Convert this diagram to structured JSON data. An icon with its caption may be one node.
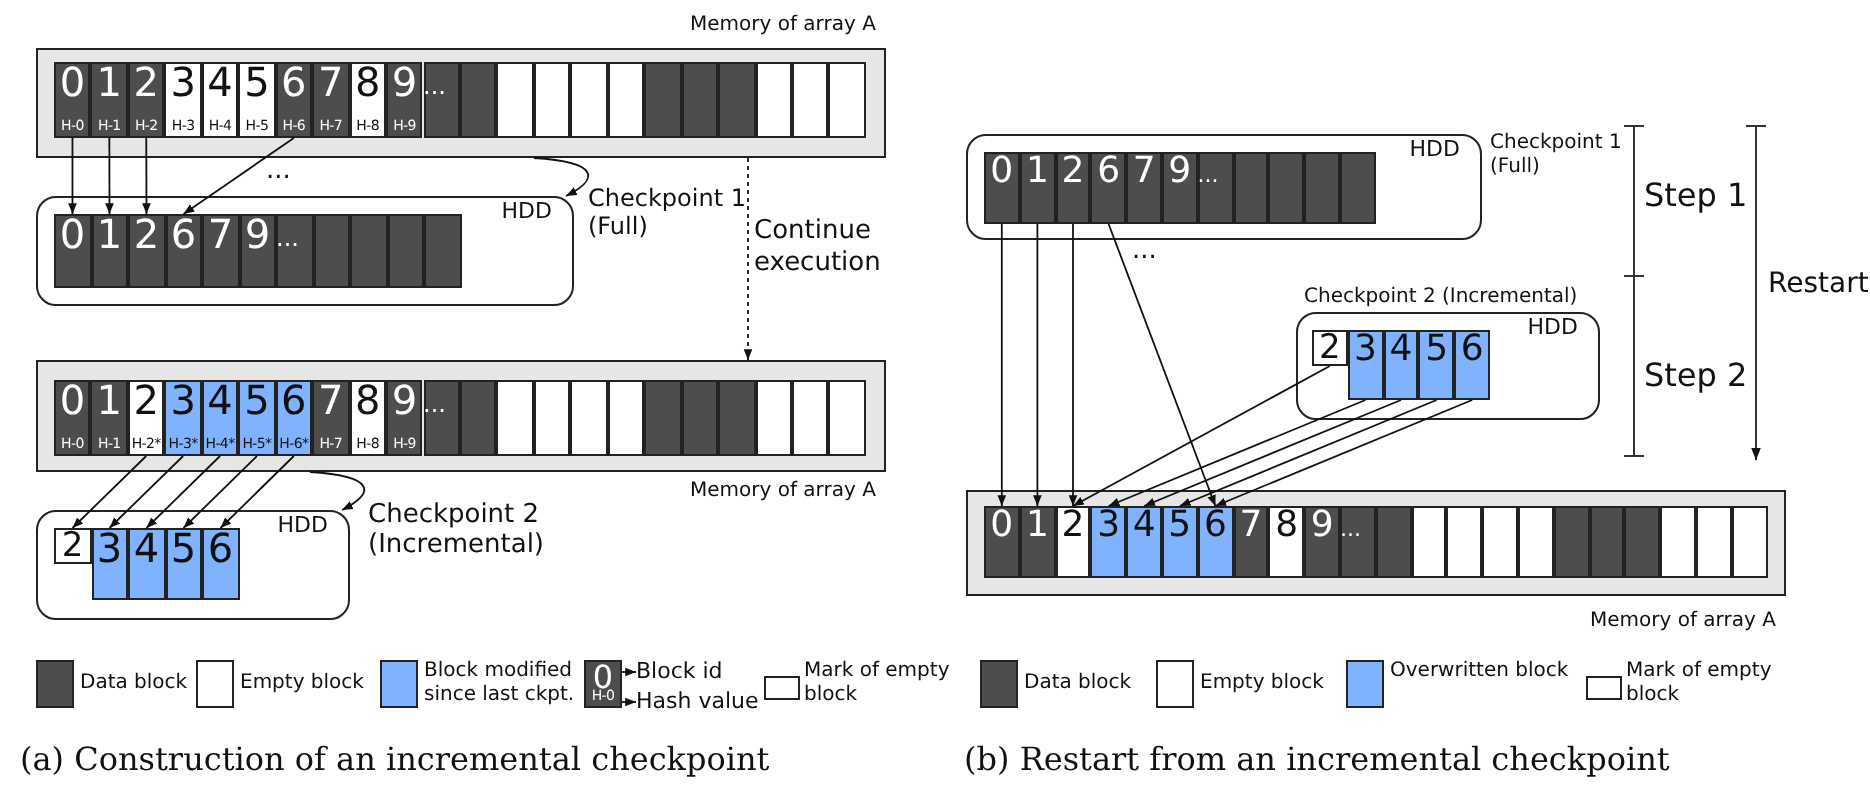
{
  "diagram": {
    "nodes": [
      {
        "text": [],
        "shape": "box",
        "beside": [
          "Memory of array A"
        ]
      },
      {
        "text": [
          "0",
          "H-0"
        ],
        "in": 0
      },
      {
        "text": [
          "1",
          "H-1"
        ],
        "in": 0
      },
      {
        "text": [
          "2",
          "H-2"
        ],
        "in": 0
      },
      {
        "text": [
          "3",
          "H-3"
        ],
        "in": 0
      },
      {
        "text": [
          "4",
          "H-4"
        ],
        "in": 0
      },
      {
        "text": [
          "5",
          "H-5"
        ],
        "in": 0
      },
      {
        "text": [
          "6",
          "H-6"
        ],
        "in": 0
      },
      {
        "text": [
          "7",
          "H-7"
        ],
        "in": 0
      },
      {
        "text": [
          "8",
          "H-8"
        ],
        "in": 0
      },
      {
        "text": [
          "9",
          "H-9"
        ],
        "in": 0
      },
      {
        "text": [
          "..."
        ],
        "in": 0
      },
      {
        "text": [],
        "shape": "box",
        "in": 0
      },
      {
        "text": [],
        "shape": "box",
        "in": 0
      },
      {
        "text": [],
        "shape": "box",
        "in": 0
      },
      {
        "text": [],
        "shape": "box",
        "in": 0
      },
      {
        "text": [],
        "shape": "box",
        "in": 0
      },
      {
        "text": [],
        "shape": "box",
        "in": 0
      },
      {
        "text": [],
        "shape": "box",
        "in": 0
      },
      {
        "text": [],
        "shape": "box",
        "in": 0
      },
      {
        "text": [],
        "shape": "box",
        "in": 0
      },
      {
        "text": [],
        "shape": "box",
        "in": 0
      },
      {
        "text": [],
        "shape": "box",
        "in": 0
      },
      {
        "text": [
          "HDD"
        ],
        "beside": [
          "Checkpoint 1 (Full)"
        ]
      },
      {
        "text": [
          "0"
        ],
        "in": 23
      },
      {
        "text": [
          "1"
        ],
        "in": 23
      },
      {
        "text": [
          "2"
        ],
        "in": 23
      },
      {
        "text": [
          "6"
        ],
        "in": 23
      },
      {
        "text": [
          "7"
        ],
        "in": 23
      },
      {
        "text": [
          "9"
        ],
        "in": 23
      },
      {
        "text": [
          "..."
        ],
        "in": 23
      },
      {
        "text": [],
        "shape": "box",
        "in": 23
      },
      {
        "text": [],
        "shape": "box",
        "in": 23
      },
      {
        "text": [],
        "shape": "box",
        "in": 23
      },
      {
        "text": [],
        "shape": "box",
        "in": 23
      },
      {
        "text": [],
        "shape": "box",
        "beside": [
          "Memory of array A"
        ]
      },
      {
        "text": [
          "0",
          "H-0"
        ],
        "in": 35
      },
      {
        "text": [
          "1",
          "H-1"
        ],
        "in": 35
      },
      {
        "text": [
          "2",
          "H-2*"
        ],
        "in": 35
      },
      {
        "text": [
          "3",
          "H-3*"
        ],
        "in": 35
      },
      {
        "text": [
          "4",
          "H-4*"
        ],
        "in": 35
      },
      {
        "text": [
          "5",
          "H-5*"
        ],
        "in": 35
      },
      {
        "text": [
          "6",
          "H-6*"
        ],
        "in": 35
      },
      {
        "text": [
          "7",
          "H-7"
        ],
        "in": 35
      },
      {
        "text": [
          "8",
          "H-8"
        ],
        "in": 35
      },
      {
        "text": [
          "9",
          "H-9"
        ],
        "in": 35
      },
      {
        "text": [
          "..."
        ],
        "in": 35
      },
      {
        "text": [],
        "shape": "box",
        "in": 35
      },
      {
        "text": [],
        "shape": "box",
        "in": 35
      },
      {
        "text": [],
        "shape": "box",
        "in": 35
      },
      {
        "text": [],
        "shape": "box",
        "in": 35
      },
      {
        "text": [],
        "shape": "box",
        "in": 35
      },
      {
        "text": [],
        "shape": "box",
        "in": 35
      },
      {
        "text": [],
        "shape": "box",
        "in": 35
      },
      {
        "text": [],
        "shape": "box",
        "in": 35
      },
      {
        "text": [],
        "shape": "box",
        "in": 35
      },
      {
        "text": [],
        "shape": "box",
        "in": 35
      },
      {
        "text": [],
        "shape": "box",
        "in": 35
      },
      {
        "text": [
          "HDD"
        ],
        "beside": [
          "Checkpoint 2 (Incremental)"
        ]
      },
      {
        "text": [
          "2"
        ],
        "in": 58
      },
      {
        "text": [
          "3"
        ],
        "in": 58
      },
      {
        "text": [
          "4"
        ],
        "in": 58
      },
      {
        "text": [
          "5"
        ],
        "in": 58
      },
      {
        "text": [
          "6"
        ],
        "in": 58
      },
      {
        "text": [
          "0",
          "H-0"
        ]
      },
      {
        "text": [
          "Block id"
        ]
      },
      {
        "text": [
          "Hash value"
        ]
      },
      {
        "text": [
          "HDD"
        ],
        "beside": [
          "Checkpoint 1 (Full)"
        ]
      },
      {
        "text": [
          "0"
        ],
        "in": 67
      },
      {
        "text": [
          "1"
        ],
        "in": 67
      },
      {
        "text": [
          "2"
        ],
        "in": 67
      },
      {
        "text": [
          "6"
        ],
        "in": 67
      },
      {
        "text": [
          "7"
        ],
        "in": 67
      },
      {
        "text": [
          "9"
        ],
        "in": 67
      },
      {
        "text": [
          "..."
        ],
        "in": 67
      },
      {
        "text": [],
        "shape": "box",
        "in": 67
      },
      {
        "text": [],
        "shape": "box",
        "in": 67
      },
      {
        "text": [],
        "shape": "box",
        "in": 67
      },
      {
        "text": [],
        "shape": "box",
        "in": 67
      },
      {
        "text": [
          "HDD"
        ],
        "beside": [
          "Checkpoint 2 (Incremental)"
        ]
      },
      {
        "text": [
          "2"
        ],
        "in": 79
      },
      {
        "text": [
          "3"
        ],
        "in": 79
      },
      {
        "text": [
          "4"
        ],
        "in": 79
      },
      {
        "text": [
          "5"
        ],
        "in": 79
      },
      {
        "text": [
          "6"
        ],
        "in": 79
      },
      {
        "text": [],
        "shape": "box",
        "beside": [
          "Memory of array A"
        ]
      },
      {
        "text": [
          "0"
        ],
        "in": 85
      },
      {
        "text": [
          "1"
        ],
        "in": 85
      },
      {
        "text": [
          "2"
        ],
        "in": 85
      },
      {
        "text": [
          "3"
        ],
        "in": 85
      },
      {
        "text": [
          "4"
        ],
        "in": 85
      },
      {
        "text": [
          "5"
        ],
        "in": 85
      },
      {
        "text": [
          "6"
        ],
        "in": 85
      },
      {
        "text": [
          "7"
        ],
        "in": 85
      },
      {
        "text": [
          "8"
        ],
        "in": 85
      },
      {
        "text": [
          "9"
        ],
        "in": 85
      },
      {
        "text": [
          "..."
        ],
        "in": 85
      },
      {
        "text": [],
        "shape": "box",
        "in": 85
      },
      {
        "text": [],
        "shape": "box",
        "in": 85
      },
      {
        "text": [],
        "shape": "box",
        "in": 85
      },
      {
        "text": [],
        "shape": "box",
        "in": 85
      },
      {
        "text": [],
        "shape": "box",
        "in": 85
      },
      {
        "text": [],
        "shape": "box",
        "in": 85
      },
      {
        "text": [],
        "shape": "box",
        "in": 85
      },
      {
        "text": [],
        "shape": "box",
        "in": 85
      },
      {
        "text": [],
        "shape": "box",
        "in": 85
      },
      {
        "text": [],
        "shape": "box",
        "in": 85
      },
      {
        "text": [],
        "shape": "box",
        "in": 85
      }
    ],
    "edges": [
      {
        "from": 1,
        "to": 24,
        "arrow": "to"
      },
      {
        "from": 2,
        "to": 25,
        "arrow": "to"
      },
      {
        "from": 3,
        "to": 26,
        "arrow": "to"
      },
      {
        "from": 7,
        "to": 27,
        "arrow": "to"
      },
      {
        "from": 0,
        "to": 23,
        "arrow": "to"
      },
      {
        "from": 0,
        "to": 35,
        "arrow": "to",
        "style": "dashed",
        "label": "Continue execution"
      },
      {
        "from": 38,
        "to": 59,
        "arrow": "to"
      },
      {
        "from": 39,
        "to": 60,
        "arrow": "to"
      },
      {
        "from": 40,
        "to": 61,
        "arrow": "to"
      },
      {
        "from": 41,
        "to": 62,
        "arrow": "to"
      },
      {
        "from": 42,
        "to": 63,
        "arrow": "to"
      },
      {
        "from": 35,
        "to": 58,
        "arrow": "to"
      },
      {
        "from": 64,
        "to": 65,
        "arrow": "to"
      },
      {
        "from": 64,
        "to": 66,
        "arrow": "to"
      },
      {
        "from": 68,
        "to": 86,
        "arrow": "to"
      },
      {
        "from": 69,
        "to": 87,
        "arrow": "to"
      },
      {
        "from": 70,
        "to": 88,
        "arrow": "to"
      },
      {
        "from": 71,
        "to": 92,
        "arrow": "to"
      },
      {
        "from": 80,
        "to": 88,
        "arrow": "to"
      },
      {
        "from": 81,
        "to": 89,
        "arrow": "to"
      },
      {
        "from": 82,
        "to": 90,
        "arrow": "to"
      },
      {
        "from": 83,
        "to": 91,
        "arrow": "to"
      },
      {
        "from": 84,
        "to": 92,
        "arrow": "to"
      }
    ],
    "labels": [
      "...",
      "...",
      "Step 1",
      "Step 2",
      "Restart",
      "(a) Construction of an incremental checkpoint",
      "(b) Restart from an incremental checkpoint"
    ],
    "legend": [
      {
        "text": "Data block",
        "color": "#4d4d4d"
      },
      {
        "text": "Empty block",
        "color": "#ffffff"
      },
      {
        "text": "Block modified since last ckpt.",
        "color": "#80b3ff"
      },
      {
        "text": "Mark of empty block"
      },
      {
        "text": "Data block",
        "color": "#4d4d4d"
      },
      {
        "text": "Empty block",
        "color": "#ffffff"
      },
      {
        "text": "Overwritten block",
        "color": "#80b3ff"
      },
      {
        "text": "Mark of empty block"
      }
    ]
  }
}
